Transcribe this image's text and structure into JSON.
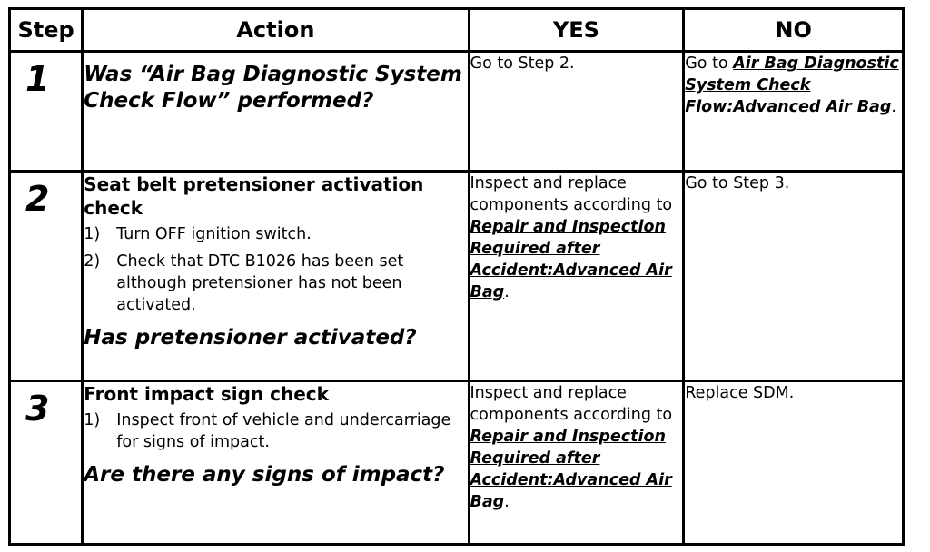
{
  "headers": {
    "step": "Step",
    "action": "Action",
    "yes": "YES",
    "no": "NO"
  },
  "rows": [
    {
      "step": "1",
      "action_question": "Was “Air Bag Diagnostic System Check Flow” performed?",
      "yes_text": "Go to Step 2.",
      "no_prefix": "Go to ",
      "no_ref": "Air Bag Diagnostic System Check Flow:Advanced Air Bag",
      "no_suffix": "."
    },
    {
      "step": "2",
      "action_title": "Seat belt pretensioner activation check",
      "action_items": [
        {
          "num": "1)",
          "text": "Turn OFF ignition switch."
        },
        {
          "num": "2)",
          "text": "Check that DTC B1026 has been set although pretensioner has not been activated."
        }
      ],
      "action_question": "Has pretensioner activated?",
      "yes_prefix": "Inspect and replace components according to ",
      "yes_ref": "Repair and Inspection Required after Accident:Advanced Air Bag",
      "yes_suffix": ".",
      "no_text": "Go to Step 3."
    },
    {
      "step": "3",
      "action_title": "Front impact sign check",
      "action_items": [
        {
          "num": "1)",
          "text": "Inspect front of vehicle and undercarriage for signs of impact."
        }
      ],
      "action_question": "Are there any signs of impact?",
      "yes_prefix": "Inspect and replace components according to ",
      "yes_ref": "Repair and Inspection Required after Accident:Advanced Air Bag",
      "yes_suffix": ".",
      "no_text": "Replace SDM."
    }
  ]
}
